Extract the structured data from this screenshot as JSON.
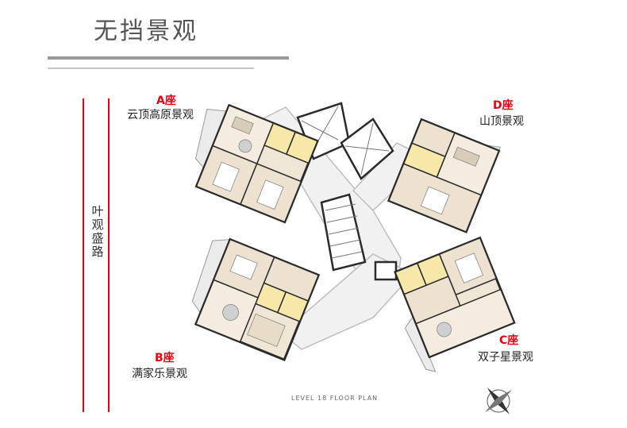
{
  "header": {
    "title": "无挡景观"
  },
  "road": {
    "name": "叶观盛路"
  },
  "blocks": {
    "a": {
      "label": "A座",
      "view": "云顶高原景观"
    },
    "b": {
      "label": "B座",
      "view": "满家乐景观"
    },
    "c": {
      "label": "C座",
      "view": "双子星景观"
    },
    "d": {
      "label": "D座",
      "view": "山顶景观"
    }
  },
  "plan": {
    "caption": "LEVEL 18 FLOOR PLAN"
  },
  "colors": {
    "accent_red": "#e60012",
    "room_beige": "#efe6d6",
    "bath_yellow": "#f5e8a8",
    "wall": "#2b2b2b"
  },
  "icons": {
    "compass": "compass-rose-icon"
  }
}
